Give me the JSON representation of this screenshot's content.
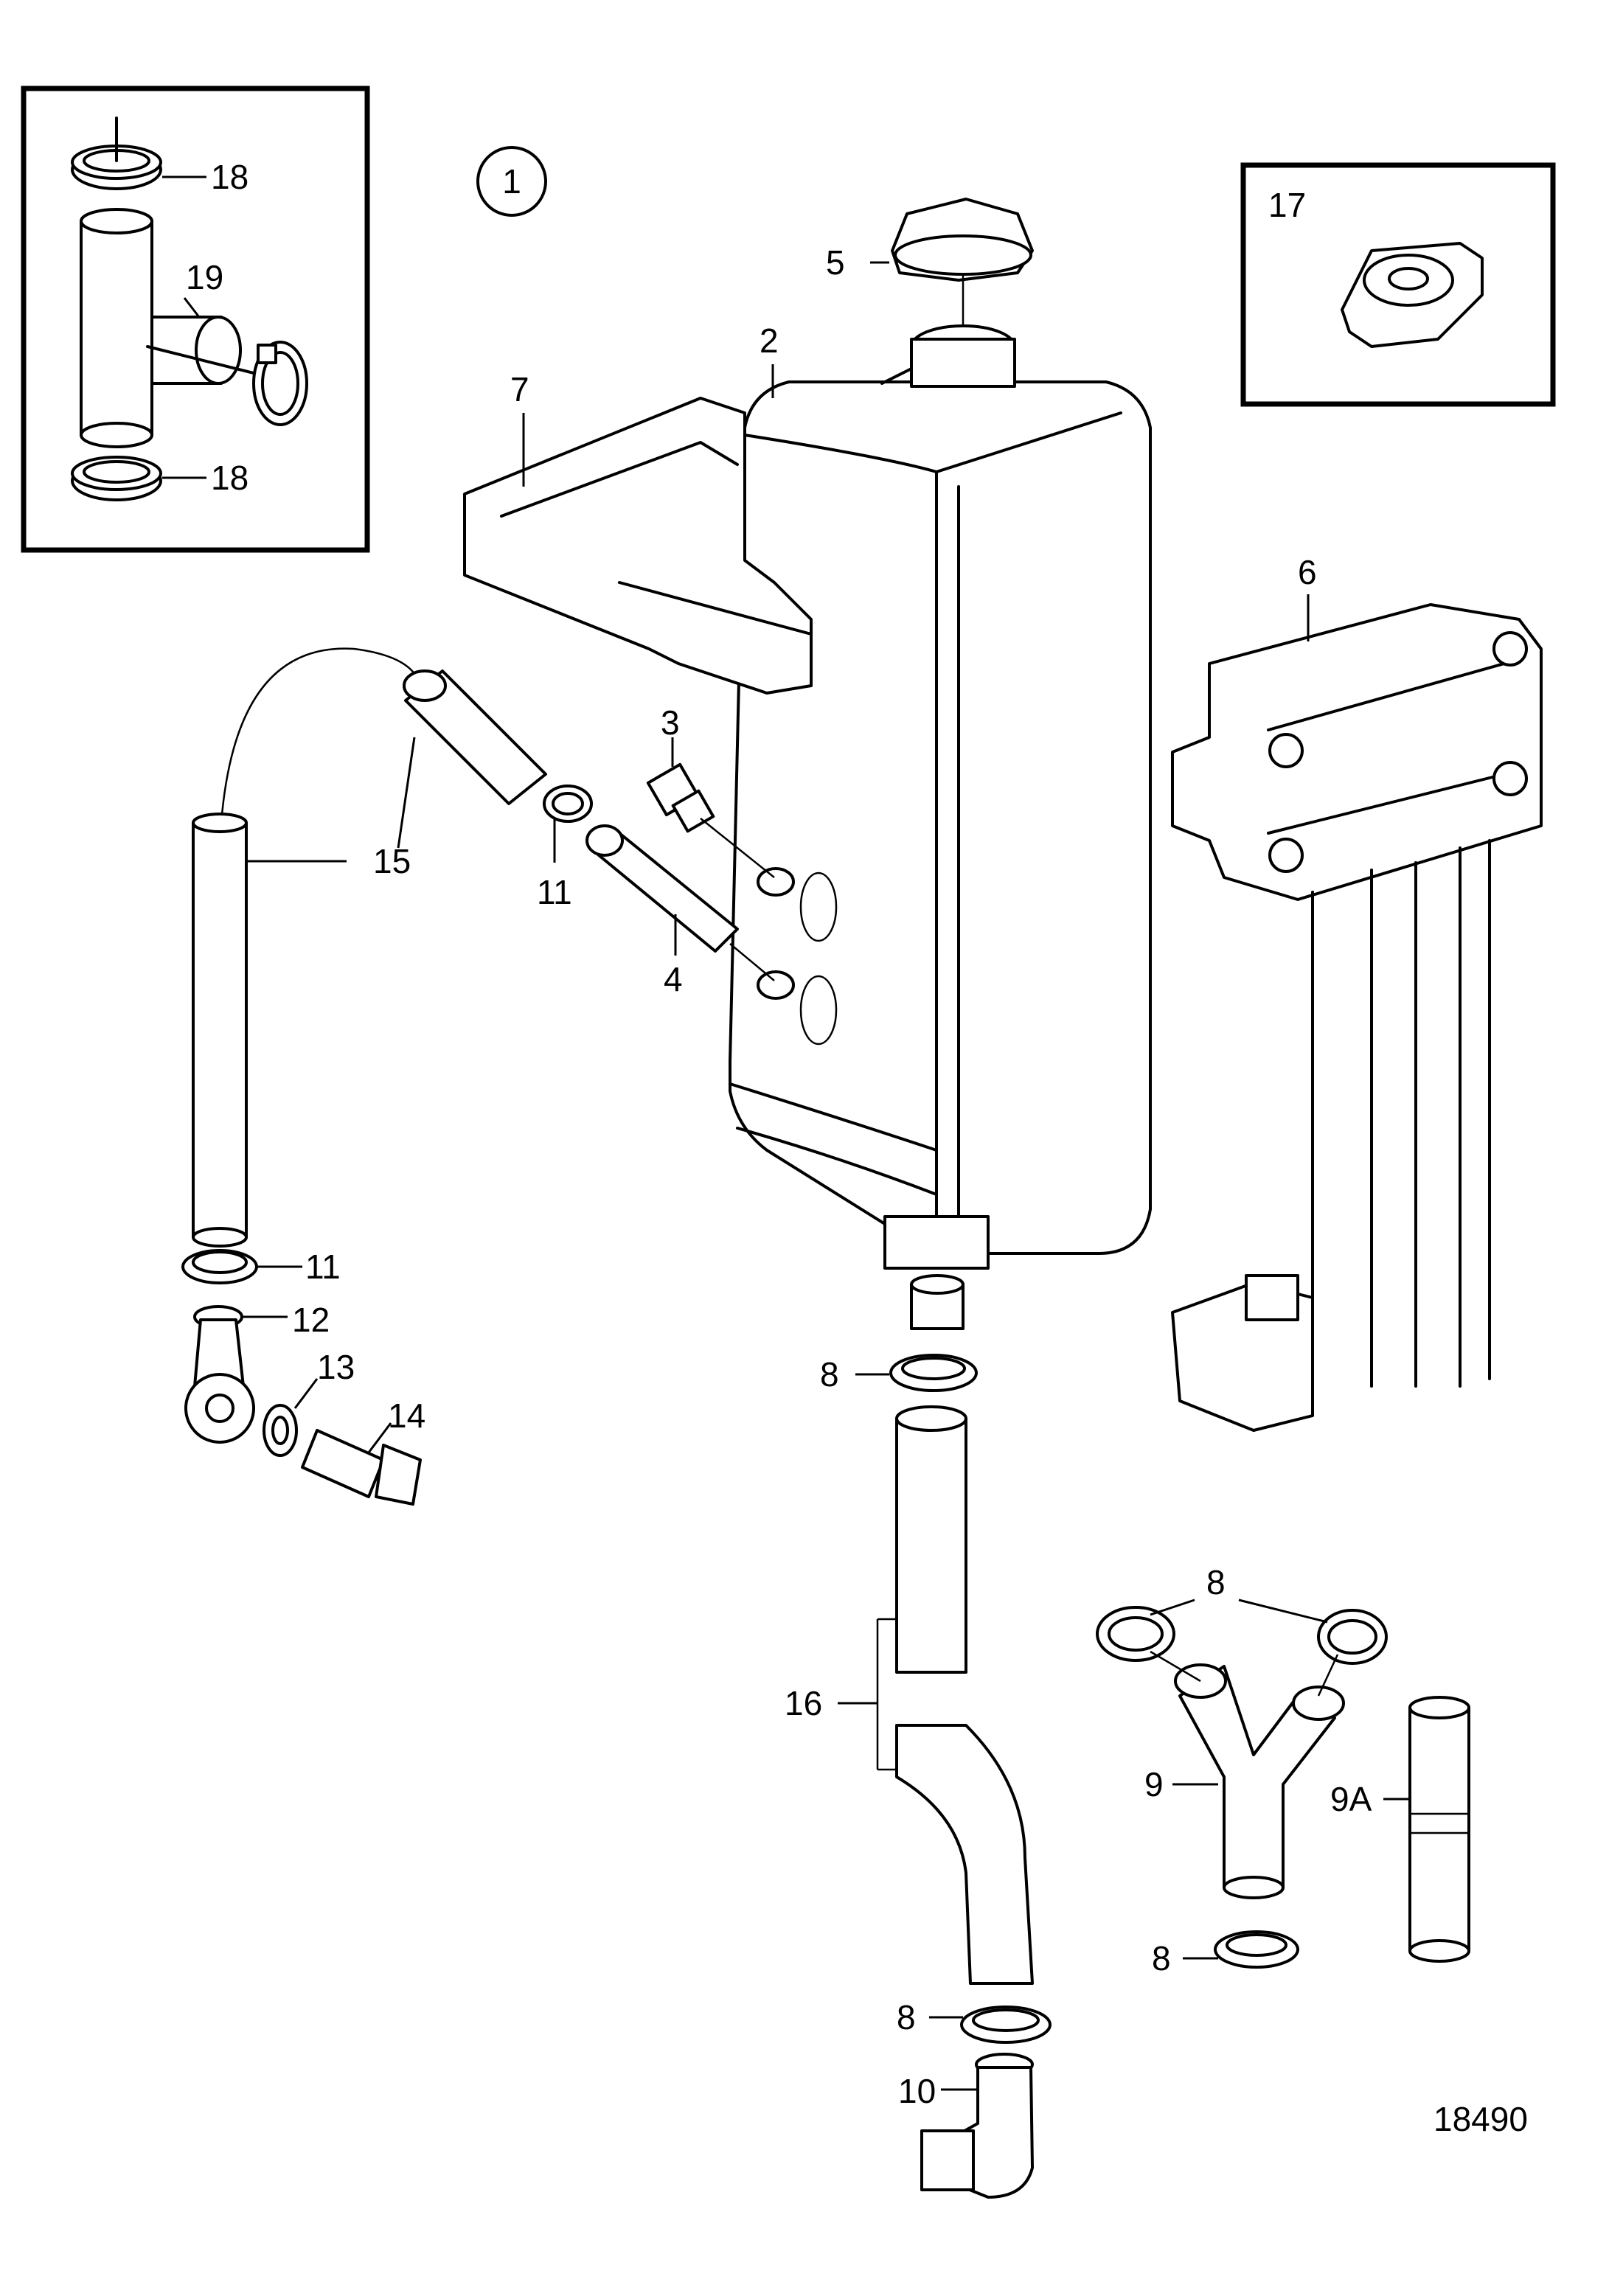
{
  "diagram_number": "1",
  "figure_id": "18490",
  "callouts": {
    "c1": "18",
    "c2": "19",
    "c3": "18",
    "c4": "5",
    "c5": "2",
    "c6": "7",
    "c7": "17",
    "c8": "6",
    "c9": "3",
    "c10": "15",
    "c11": "11",
    "c12": "4",
    "c13": "11",
    "c14": "12",
    "c15": "13",
    "c16": "14",
    "c17": "8",
    "c18": "16",
    "c19": "8",
    "c20": "9",
    "c21": "9A",
    "c22": "8",
    "c23": "8",
    "c24": "10"
  }
}
